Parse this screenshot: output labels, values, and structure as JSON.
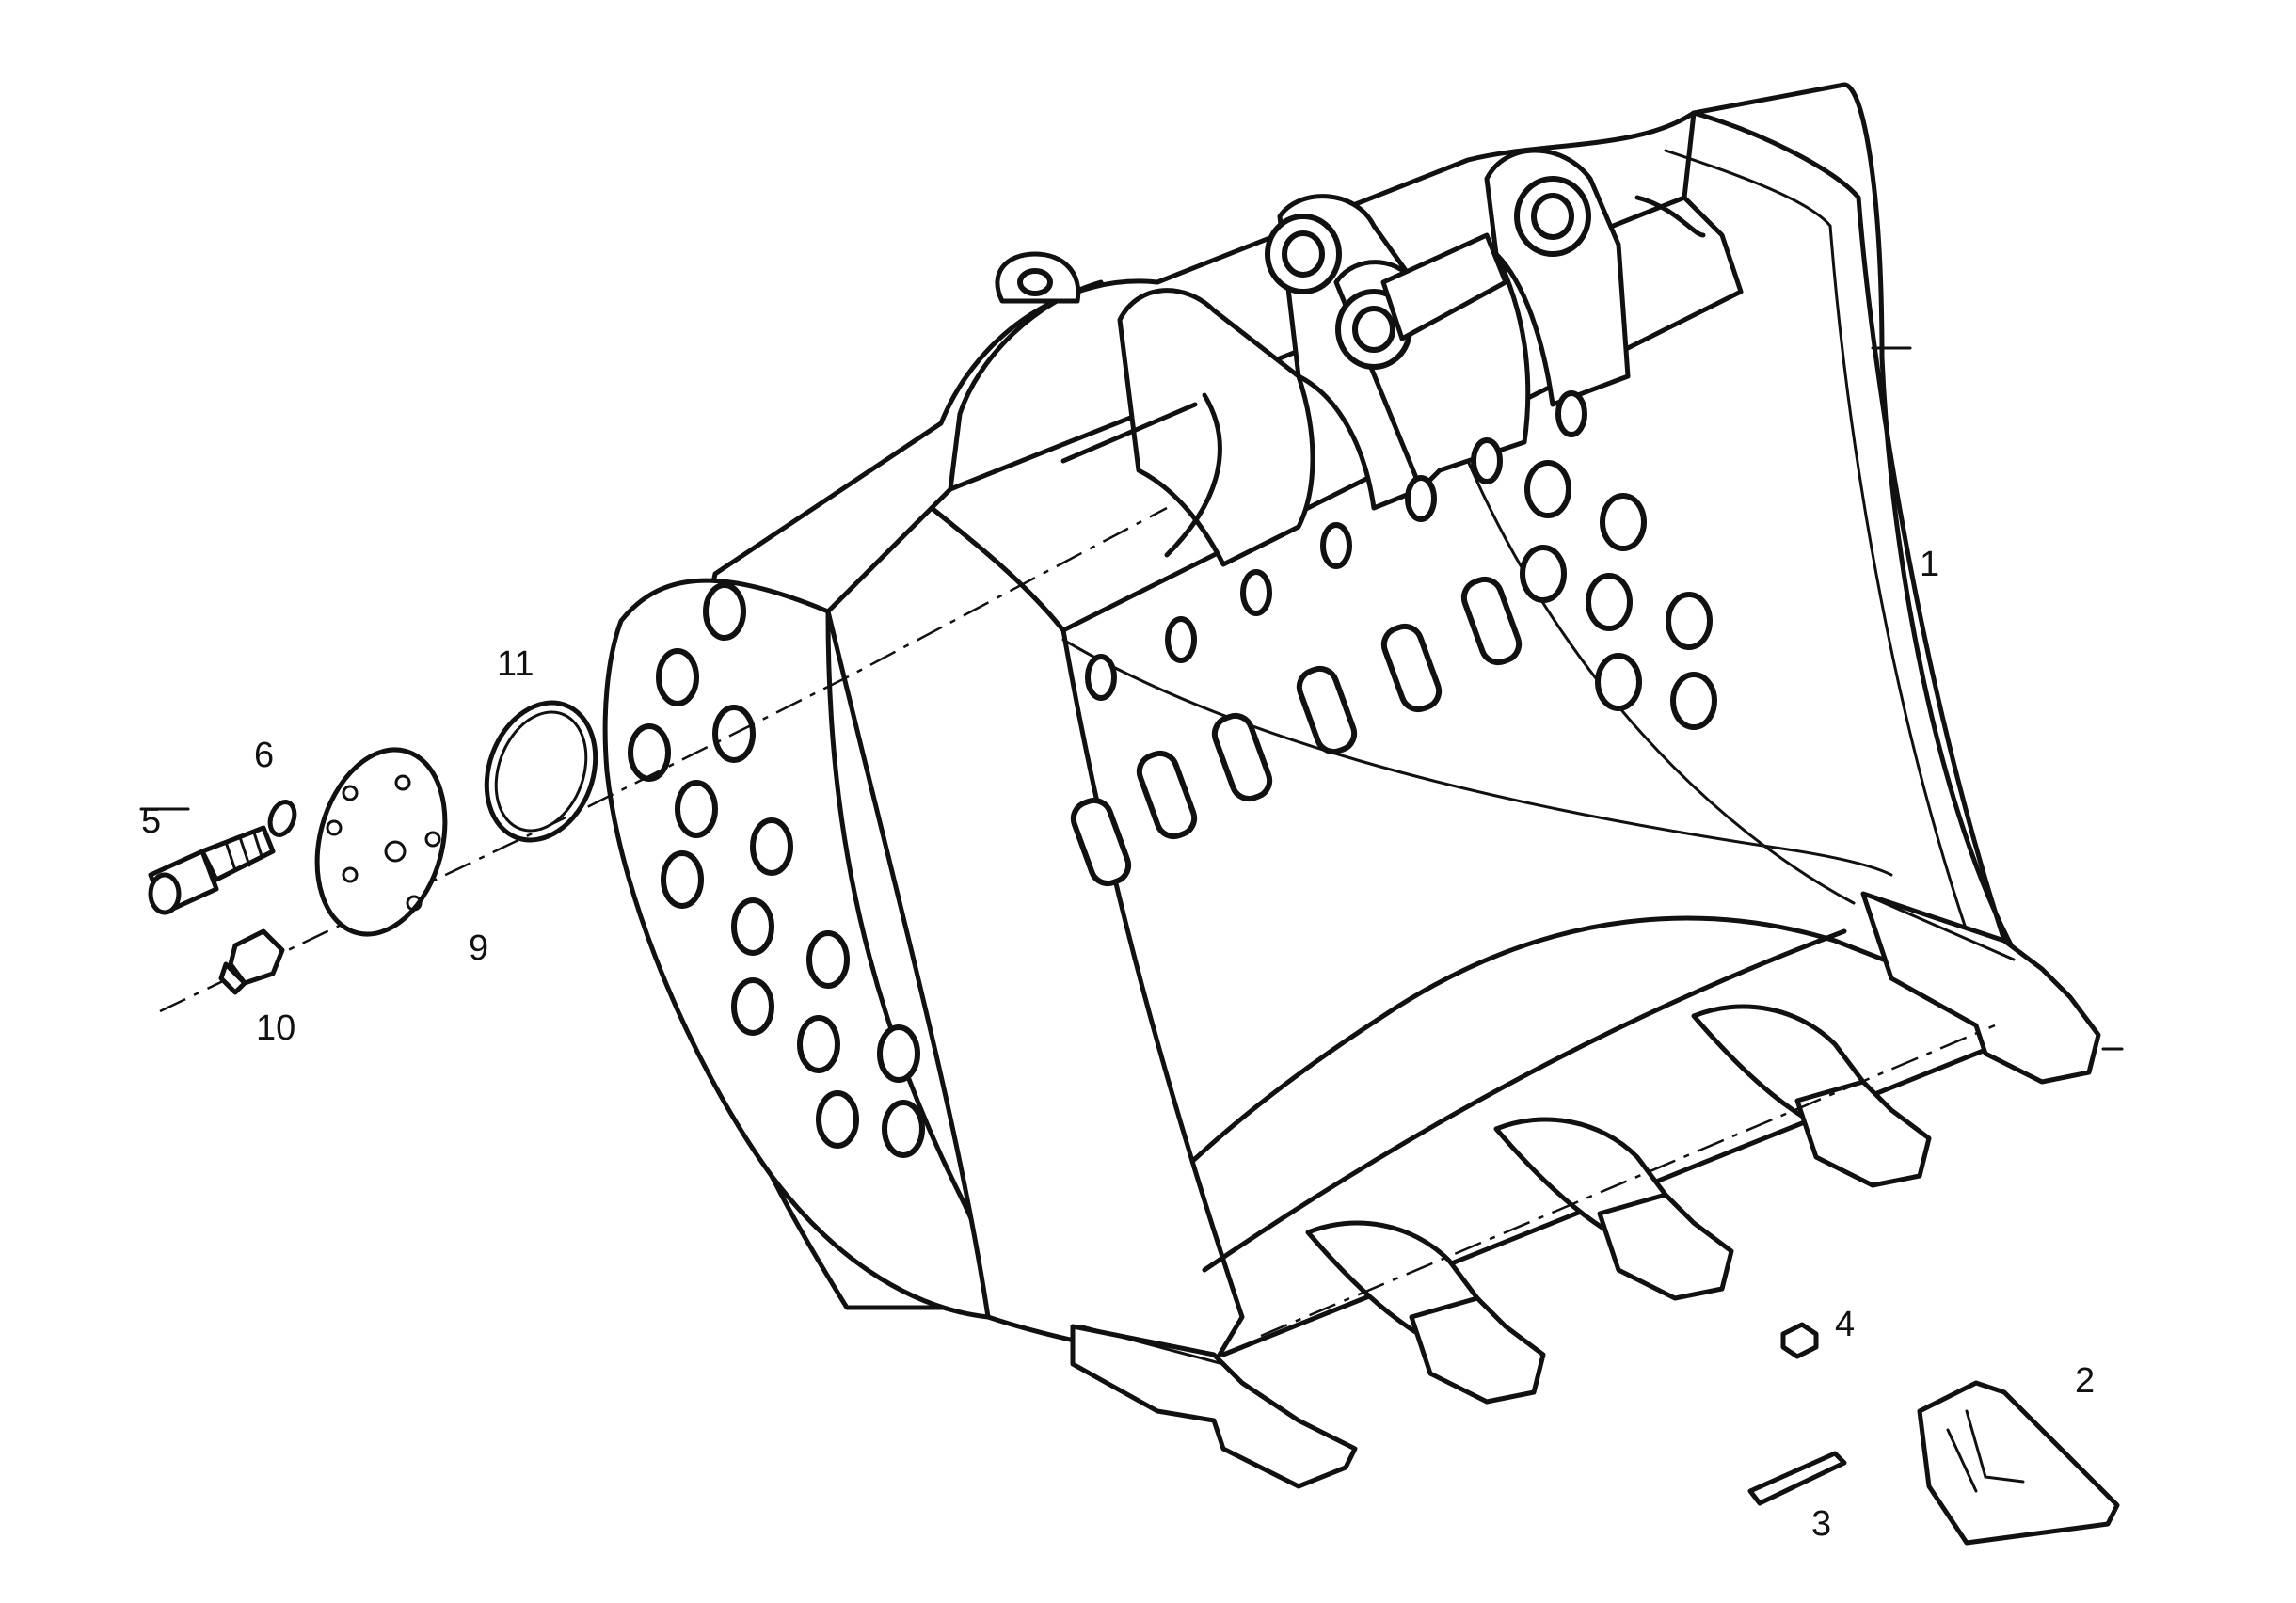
{
  "callouts": [
    {
      "id": "1",
      "label": "1"
    },
    {
      "id": "2",
      "label": "2"
    },
    {
      "id": "3",
      "label": "3"
    },
    {
      "id": "4",
      "label": "4"
    },
    {
      "id": "5",
      "label": "5"
    },
    {
      "id": "6",
      "label": "6"
    },
    {
      "id": "9",
      "label": "9"
    },
    {
      "id": "10",
      "label": "10"
    },
    {
      "id": "11",
      "label": "11"
    }
  ],
  "colors": {
    "line": "#111111",
    "background": "#ffffff"
  }
}
